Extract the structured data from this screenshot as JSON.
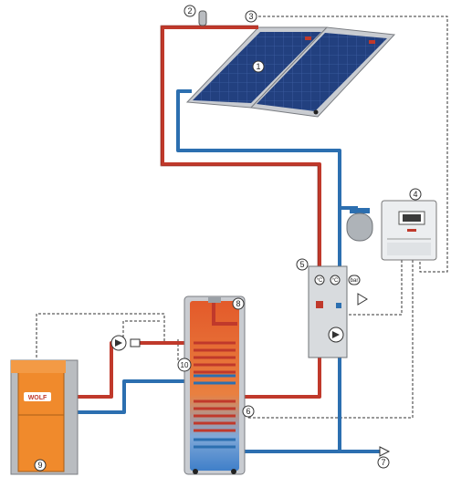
{
  "callouts": {
    "c1": "1",
    "c2": "2",
    "c3": "3",
    "c4": "4",
    "c5": "5",
    "c6": "6",
    "c7": "7",
    "c8": "8",
    "c9": "9",
    "c10": "10"
  },
  "station_gauges": {
    "temp_left": "°C",
    "temp_right": "°C",
    "pressure": "bar"
  },
  "boiler_logo": "WOLF",
  "colors": {
    "hot_pipe": "#c0392b",
    "cold_pipe": "#2c6fb0",
    "panel": "#1f3a7a",
    "panel_frame": "#c9ccd1",
    "tank": "#e36a2e",
    "boiler": "#f08a2c",
    "boiler_side": "#b9bcc0",
    "control_line": "#333333"
  }
}
